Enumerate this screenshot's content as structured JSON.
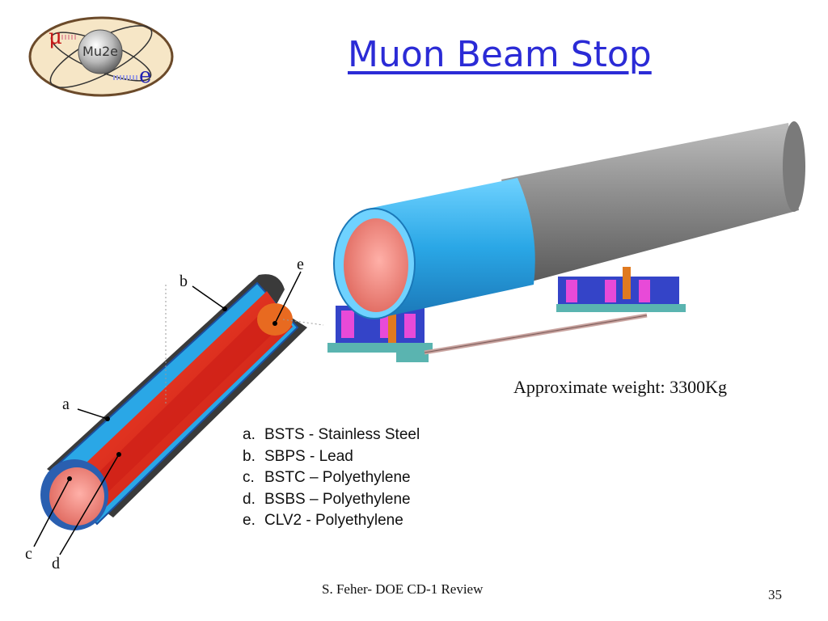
{
  "logo": {
    "text": "Mu2e",
    "mu_symbol": "μ",
    "e_symbol": "e",
    "colors": {
      "ring": "#6b4a2a",
      "fill": "#f6e6c6",
      "mu": "#c51a1a",
      "e": "#2020b0"
    }
  },
  "slide": {
    "title": "Muon Beam Stop",
    "weight_note": "Approximate weight: 3300Kg",
    "footer": "S. Feher- DOE CD-1 Review",
    "page_number": "35"
  },
  "materials": [
    {
      "letter": "a.",
      "text": "BSTS - Stainless Steel"
    },
    {
      "letter": "b.",
      "text": "SBPS - Lead"
    },
    {
      "letter": "c.",
      "text": "BSTC – Polyethylene"
    },
    {
      "letter": "d.",
      "text": "BSBS – Polyethylene"
    },
    {
      "letter": "e.",
      "text": "CLV2 - Polyethylene"
    }
  ],
  "callouts": {
    "a": "a",
    "b": "b",
    "c": "c",
    "d": "d",
    "e": "e"
  },
  "colors": {
    "title": "#2b2bd6",
    "steel_blue": "#2aa7e6",
    "lead_gray": "#8c8c8c",
    "poly_red": "#e0271a",
    "inner_pink": "#f08a80",
    "support_magenta": "#e84ad8",
    "support_blue": "#3444c8",
    "base_teal": "#5ab4b0"
  }
}
